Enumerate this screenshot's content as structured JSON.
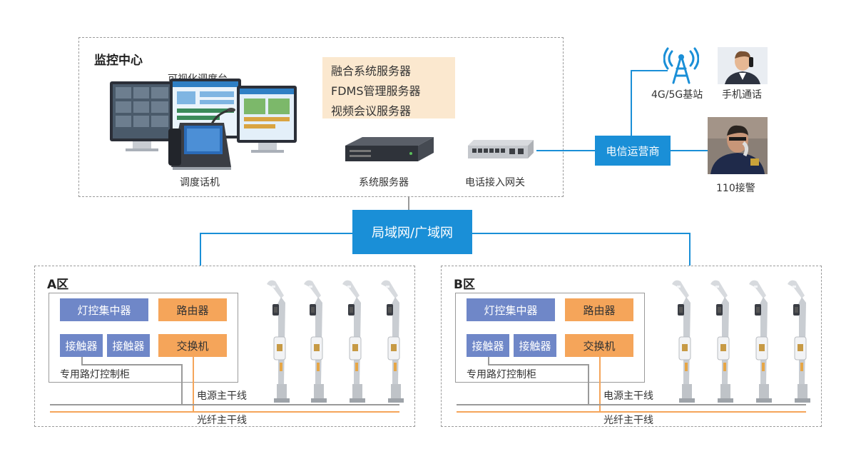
{
  "monitor_center": {
    "title": "监控中心",
    "console_label": "可视化调度台",
    "phone_label": "调度话机",
    "servers": [
      "融合系统服务器",
      "FDMS管理服务器",
      "视频会议服务器"
    ],
    "system_server_label": "系统服务器",
    "gateway_label": "电话接入网关"
  },
  "telecom": {
    "label": "电信运营商",
    "base_station_label": "4G/5G基站",
    "mobile_label": "手机通话",
    "police_label": "110接警"
  },
  "network": {
    "label": "局域网/广域网"
  },
  "zones": [
    {
      "title": "A区",
      "light_controller": "灯控集中器",
      "router": "路由器",
      "contactor_1": "接触器",
      "contactor_2": "接触器",
      "switch": "交换机",
      "cabinet_label": "专用路灯控制柜",
      "power_line_label": "电源主干线",
      "fiber_line_label": "光纤主干线"
    },
    {
      "title": "B区",
      "light_controller": "灯控集中器",
      "router": "路由器",
      "contactor_1": "接触器",
      "contactor_2": "接触器",
      "switch": "交换机",
      "cabinet_label": "专用路灯控制柜",
      "power_line_label": "电源主干线",
      "fiber_line_label": "光纤主干线"
    }
  ],
  "colors": {
    "net_blue": "#1a8fd7",
    "block_blue": "#6f87c8",
    "block_orange": "#f5a55a",
    "server_panel": "#fbe8cf",
    "fiber_orange": "#f5a55a",
    "power_gray": "#9a9a9a"
  },
  "icons": [
    "monitor-screen-icon",
    "dispatch-phone-icon",
    "rack-server-icon",
    "gateway-device-icon",
    "cell-tower-icon",
    "mobile-user-photo",
    "police-officer-photo",
    "street-lamp-icon"
  ]
}
